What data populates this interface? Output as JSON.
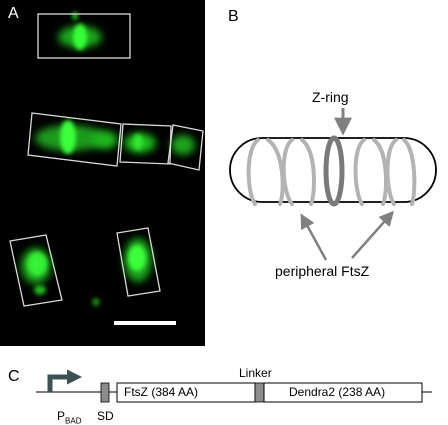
{
  "panels": {
    "a": {
      "letter": "A"
    },
    "b": {
      "letter": "B",
      "zring_label": "Z-ring",
      "peripheral_label": "peripheral FtsZ"
    },
    "c": {
      "letter": "C",
      "promoter_label": "P",
      "promoter_sub": "BAD",
      "sd_label": "SD",
      "ftsz_label": "FtsZ (384 AA)",
      "linker_label": "Linker",
      "dendra_label": "Dendra2 (238 AA)"
    }
  },
  "colors": {
    "fluorescence": "#22d822",
    "background_micrograph": "#000000",
    "box_outline": "#d9d9d9",
    "ring_gray": "#b3b3b3",
    "zring_dark": "#7a7a7a",
    "arrow_gray": "#808080",
    "promoter_arrow": "#3e5054"
  }
}
